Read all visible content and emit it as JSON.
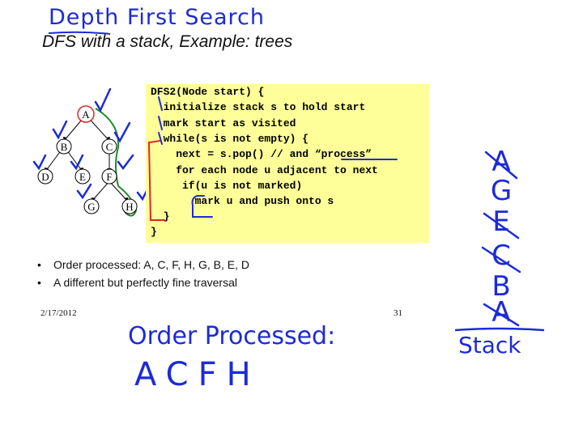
{
  "slide": {
    "handwritten_title": "Depth First Search",
    "subtitle": "DFS with a stack, Example: trees",
    "footer_date": "2/17/2012",
    "page_number": "31"
  },
  "code": {
    "lines": [
      "DFS2(Node start) {",
      "  initialize stack s to hold start",
      "  mark start as visited",
      "  while(s is not empty) {",
      "    next = s.pop() // and “process”",
      "    for each node u adjacent to next",
      "     if(u is not marked)",
      "       mark u and push onto s",
      "  }",
      "}"
    ]
  },
  "tree": {
    "nodes": [
      "A",
      "B",
      "C",
      "D",
      "E",
      "F",
      "G",
      "H"
    ]
  },
  "bullets": [
    "Order processed: A, C, F, H, G, B, E, D",
    "A different but perfectly fine traversal"
  ],
  "annotations": {
    "order_label": "Order Processed:",
    "order_sequence": "ACFH",
    "stack_items": [
      "A",
      "G",
      "E",
      "C",
      "B",
      "A"
    ],
    "stack_label": "Stack"
  },
  "colors": {
    "ink_blue": "#1d2ad8",
    "ink_green": "#1f8a2a",
    "ink_red": "#e0262b",
    "code_background": "#ffff99"
  }
}
